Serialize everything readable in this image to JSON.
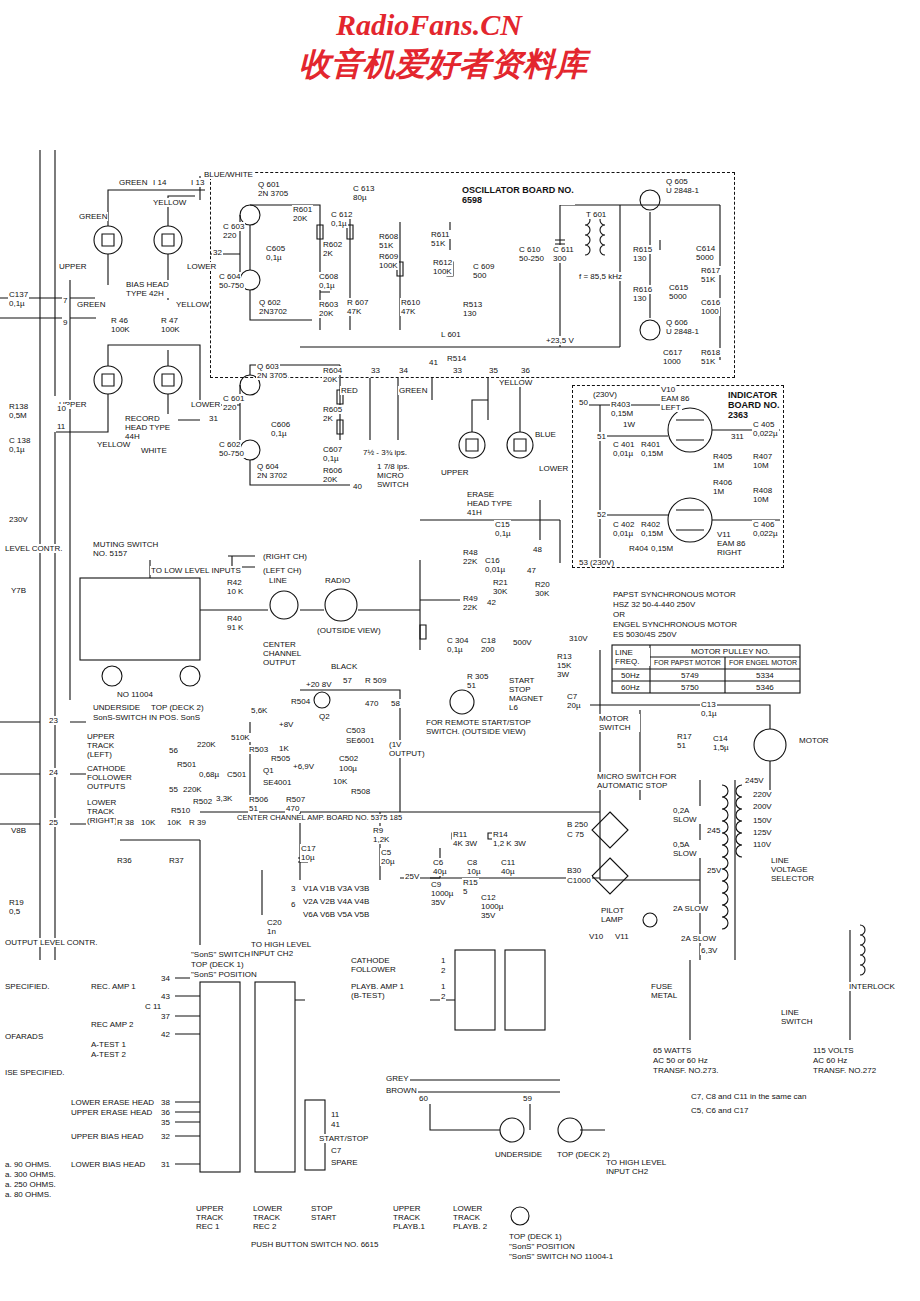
{
  "diagram": {
    "nodes": [
      {
        "text": [
          "OSCILLATOR BOARD NO. 6598"
        ]
      },
      {
        "text": [
          "INDICATOR BOARD NO. 2363"
        ]
      }
    ],
    "labels": [
      "RadioFans.CN",
      "收音机爱好者资料库",
      "GREEN",
      "I 14",
      "I 13",
      "BLUE/WHITE",
      "YELLOW",
      "GREEN",
      "UPPER",
      "BIAS HEAD TYPE 42H",
      "LOWER",
      "C137",
      "0,1µ",
      "7",
      "9",
      "GREEN",
      "YELLOW",
      "R 46",
      "100K",
      "R 47",
      "100K",
      "UPPER",
      "RECORD HEAD TYPE 44H",
      "LOWER",
      "R138",
      "0,5M",
      "10",
      "11",
      "YELLOW",
      "WHITE",
      "C 138",
      "0,1µ",
      "230V",
      "Q 601",
      "2N 3705",
      "R601",
      "20K",
      "C 613",
      "80µ",
      "C 612",
      "0,1µ",
      "C 603",
      "220",
      "C605",
      "0,1µ",
      "R602",
      "2K",
      "R608",
      "51K",
      "R611",
      "51K",
      "C 610",
      "50-250",
      "C 611",
      "300",
      "T 601",
      "Q 605",
      "U 2848-1",
      "C614",
      "5000",
      "R615",
      "130",
      "R616",
      "130",
      "C615",
      "5000",
      "R617",
      "51K",
      "C616",
      "1000",
      "Q 606",
      "U 2848-1",
      "C617",
      "1000",
      "R618",
      "51K",
      "f = 85,5 kHz",
      "+23,5 V",
      "32",
      "C 604",
      "50-750",
      "Q 602",
      "2N3702",
      "C608",
      "0,1µ",
      "R603",
      "20K",
      "R609",
      "100K",
      "R612",
      "100K",
      "C 609",
      "500",
      "R 607",
      "47K",
      "R610",
      "47K",
      "R513",
      "130",
      "L 601",
      "33",
      "34",
      "41",
      "R514",
      "33",
      "35",
      "36",
      "Q 603",
      "2N 3705",
      "R604",
      "20K",
      "31",
      "C 601",
      "220",
      "C606",
      "0,1µ",
      "R605",
      "2K",
      "C607",
      "0,1µ",
      "C 602",
      "50-750",
      "Q 604",
      "2N 3702",
      "R606",
      "20K",
      "40",
      "7½ - 3¾ ips.",
      "1 7/8 ips. MICRO SWITCH",
      "RED",
      "GREEN",
      "UPPER",
      "ERASE HEAD TYPE 41H",
      "LOWER",
      "YELLOW",
      "BLUE",
      "MUTING SWITCH NO. 5157",
      "(RIGHT CH)",
      "(LEFT CH)",
      "TO LOW LEVEL INPUTS",
      "R42",
      "10 K",
      "LINE",
      "RADIO",
      "R40",
      "91 K",
      "(OUTSIDE VIEW)",
      "CENTER CHANNEL OUTPUT",
      "BLACK",
      "NO 11004",
      "UNDERSIDE",
      "TOP (DECK 2)",
      "SonS-SWITCH IN POS. SonS",
      "+20 8V",
      "57",
      "R 509",
      "470",
      "58",
      "5,6K",
      "+8V",
      "Q2",
      "R504",
      "510K",
      "R503",
      "1K",
      "R505",
      "+6,9V",
      "C503",
      "SE6001",
      "C502",
      "100µ",
      "(1V OUTPUT)",
      "Q1",
      "SE4001",
      "220K",
      "56",
      "R501",
      "0,68µ",
      "C501",
      "55",
      "220K",
      "R502",
      "3,3K",
      "R510",
      "R506",
      "51",
      "R507",
      "470",
      "10K",
      "R508",
      "CENTER CHANNEL AMP. BOARD NO. 5375 185",
      "UPPER TRACK (LEFT)",
      "CATHODE FOLLOWER OUTPUTS",
      "LOWER TRACK (RIGHT)",
      "23",
      "24",
      "25",
      "R9",
      "1,2K",
      "C17",
      "10µ",
      "C5",
      "20µ",
      "R11",
      "4K 3W",
      "R14",
      "1,2 K 3W",
      "C6",
      "40µ",
      "C8",
      "10µ",
      "C11",
      "40µ",
      "25V",
      "C9",
      "1000µ",
      "35V",
      "R15",
      "5",
      "C12",
      "1000µ",
      "35V",
      "3",
      "6",
      "V1A V1B V3A V3B",
      "V2A V2B V4A V4B",
      "V6A V6B V5A V5B",
      "C20",
      "1n",
      "TO HIGH LEVEL INPUT CH2",
      "R 38",
      "10K",
      "10K",
      "R 39",
      "R36",
      "R37",
      "\"SonS\" SWITCH",
      "TOP (DECK 1)",
      "\"SonS\" POSITION",
      "34",
      "REC. AMP 1",
      "43",
      "C 11",
      "37",
      "REC AMP 2",
      "42",
      "A-TEST 1",
      "A-TEST 2",
      "LOWER ERASE HEAD",
      "UPPER ERASE HEAD",
      "38",
      "36",
      "35",
      "UPPER BIAS HEAD",
      "32",
      "LOWER BIAS HEAD",
      "31",
      "11",
      "41",
      "START/STOP",
      "C7",
      "SPARE",
      "UPPER TRACK REC 1",
      "LOWER TRACK REC 2",
      "STOP START",
      "UPPER TRACK PLAYB.1",
      "LOWER TRACK PLAYB. 2",
      "PUSH BUTTON SWITCH NO. 6615",
      "CATHODE FOLLOWER",
      "1",
      "2",
      "PLAYB. AMP 1 (B-TEST)",
      "1",
      "2",
      "60",
      "59",
      "UNDERSIDE",
      "TOP (DECK 2)",
      "TO HIGH LEVEL INPUT CH2",
      "TOP (DECK 1)",
      "\"SonS\" POSITION",
      "\"SonS\" SWITCH NO 11004-1",
      "C7, C8 and C11 in the same can",
      "C5, C6 and C17",
      "GREY",
      "BROWN",
      "SPECIFIED.",
      "OFARADS",
      "ISE SPECIFIED.",
      "a. 90 OHMS.",
      "a. 300 OHMS.",
      "a. 250 OHMS.",
      "a. 80 OHMS.",
      "OUTPUT LEVEL CONTR.",
      "LEVEL CONTR.",
      "Y7B",
      "V8B",
      "R19",
      "0,5",
      "R48",
      "22K",
      "R49",
      "22K",
      "C15",
      "0,1µ",
      "48",
      "C16",
      "0,01µ",
      "R21",
      "30K",
      "47",
      "R20",
      "30K",
      "42",
      "C 304",
      "0,1µ",
      "C18",
      "200",
      "500V",
      "310V",
      "R13",
      "15K",
      "3W",
      "R 305",
      "51",
      "START STOP MAGNET L6",
      "C7",
      "20µ",
      "FOR REMOTE START/STOP SWITCH. (OUTSIDE VIEW)",
      "50",
      "(230V)",
      "R403",
      "0,15M",
      "1W",
      "V10",
      "EAM 86",
      "LEFT",
      "311",
      "C 405",
      "0,022µ",
      "51",
      "C 401",
      "0,01µ",
      "R401",
      "0,15M",
      "R405",
      "1M",
      "R407",
      "10M",
      "R406",
      "1M",
      "R408",
      "10M",
      "52",
      "C 402",
      "0,01µ",
      "R402",
      "0,15M",
      "R404",
      "0,15M",
      "V11",
      "EAM 86",
      "RIGHT",
      "C 406",
      "0,022µ",
      "53 (230V)",
      "PAPST SYNCHRONOUS MOTOR",
      "HSZ 32 50-4-440 250V",
      "OR",
      "ENGEL SYNCHRONOUS MOTOR",
      "ES 5030/4S 250V",
      "MOTOR PULLEY NO.",
      "LINE FREQ.",
      "FOR PAPST MOTOR",
      "FOR ENGEL MOTOR",
      "50Hz",
      "5749",
      "5334",
      "60Hz",
      "5750",
      "5346",
      "MOTOR SWITCH",
      "C13",
      "0,1µ",
      "R17",
      "51",
      "C14",
      "1,5µ",
      "MOTOR",
      "MICRO SWITCH FOR AUTOMATIC STOP",
      "245V",
      "220V",
      "200V",
      "150V",
      "125V",
      "110V",
      "B 250",
      "C 75",
      "0,2A SLOW",
      "245",
      "0,5A SLOW",
      "B30",
      "C1000",
      "25V",
      "2A SLOW",
      "PILOT LAMP",
      "V10",
      "V11",
      "2A SLOW",
      "6,3V",
      "LINE VOLTAGE SELECTOR",
      "FUSE METAL",
      "LINE SWITCH",
      "65 WATTS",
      "AC 50 or 60 Hz",
      "TRANSF. NO.273.",
      "115 VOLTS",
      "AC 60 Hz",
      "TRANSF. NO.272",
      "INTERLOCK"
    ]
  }
}
